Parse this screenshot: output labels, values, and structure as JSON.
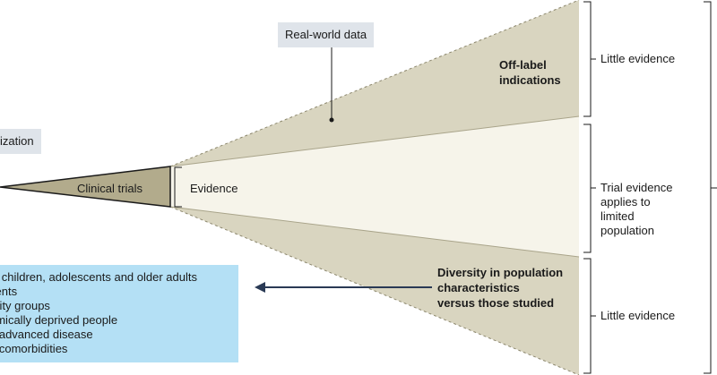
{
  "tags": {
    "real_world": "Real-world data",
    "left_cut": "ization"
  },
  "labels": {
    "clinical_trials": "Clinical trials",
    "evidence": "Evidence",
    "off_label": [
      "Off-label",
      "indications"
    ],
    "diversity": [
      "Diversity in population",
      "characteristics",
      "versus those studied"
    ],
    "little_top": "Little evidence",
    "trial_evidence": [
      "Trial evidence",
      "applies to",
      "limited",
      "population"
    ],
    "little_bottom": "Little evidence"
  },
  "groups_box": {
    "lines": [
      "s: children, adolescents and older adults",
      "tients",
      "ority groups",
      "omically deprived people",
      "h advanced disease",
      "h comorbidities"
    ]
  },
  "colors": {
    "cone": "#d9d5c0",
    "inner_cone": "#f6f4ea",
    "trial_wedge": "#b2ab8c",
    "arrow": "#2a3a55",
    "box": "#b4e0f5",
    "tag": "#dfe4ea"
  }
}
